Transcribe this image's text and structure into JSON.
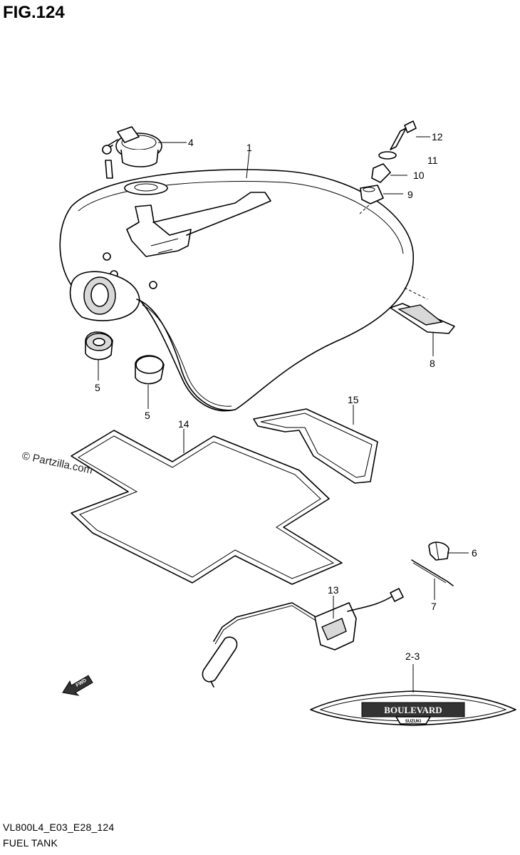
{
  "figure": {
    "title": "FIG.124"
  },
  "callouts": {
    "c1": "1",
    "c4": "4",
    "c12": "12",
    "c11": "11",
    "c10": "10",
    "c9": "9",
    "c8": "8",
    "c5a": "5",
    "c5b": "5",
    "c15": "15",
    "c14": "14",
    "c6": "6",
    "c7": "7",
    "c13": "13",
    "c23": "2-3"
  },
  "watermark": "© Partzilla.com",
  "emblem": {
    "text": "BOULEVARD",
    "subtext": "SUZUKI"
  },
  "fwd_label": "FWD",
  "footer": {
    "code": "VL800L4_E03_E28_124",
    "name": "FUEL TANK"
  }
}
